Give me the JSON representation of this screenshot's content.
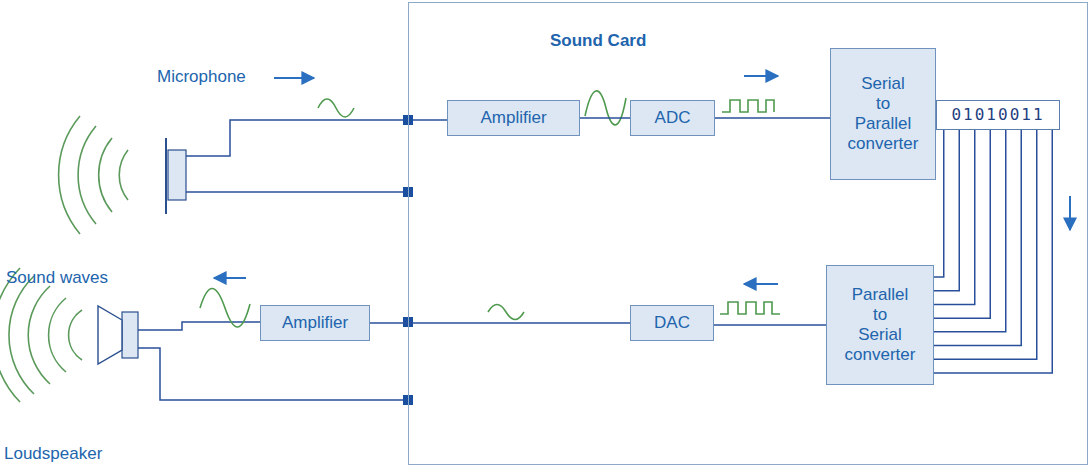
{
  "diagram": {
    "nodes": [
      {
        "text": [
          "Sound Card"
        ]
      },
      {
        "text": [
          "Amplifier"
        ],
        "in": 0
      },
      {
        "text": [
          "ADC"
        ],
        "in": 0
      },
      {
        "text": [
          "Serial to Parallel converter"
        ],
        "in": 0
      },
      {
        "text": [
          "01010011"
        ],
        "in": 0
      },
      {
        "text": [
          "Parallel to Serial converter"
        ],
        "in": 0
      },
      {
        "text": [
          "DAC"
        ],
        "in": 0
      },
      {
        "text": [
          "Amplifier"
        ]
      }
    ],
    "edges": [
      {
        "from": 1,
        "to": 2,
        "arrow": "none"
      },
      {
        "from": 2,
        "to": 3,
        "arrow": "none"
      },
      {
        "from": 3,
        "to": 4,
        "arrow": "none"
      },
      {
        "from": 4,
        "to": 5,
        "arrow": "none"
      },
      {
        "from": 4,
        "to": 5,
        "arrow": "none"
      },
      {
        "from": 4,
        "to": 5,
        "arrow": "none"
      },
      {
        "from": 4,
        "to": 5,
        "arrow": "none"
      },
      {
        "from": 4,
        "to": 5,
        "arrow": "none"
      },
      {
        "from": 4,
        "to": 5,
        "arrow": "none"
      },
      {
        "from": 4,
        "to": 5,
        "arrow": "none"
      },
      {
        "from": 4,
        "to": 5,
        "arrow": "none"
      },
      {
        "from": 5,
        "to": 6,
        "arrow": "none"
      },
      {
        "from": 6,
        "to": 7,
        "arrow": "none"
      }
    ],
    "labels": [
      "Microphone",
      "Sound waves",
      "Loudspeaker"
    ]
  }
}
